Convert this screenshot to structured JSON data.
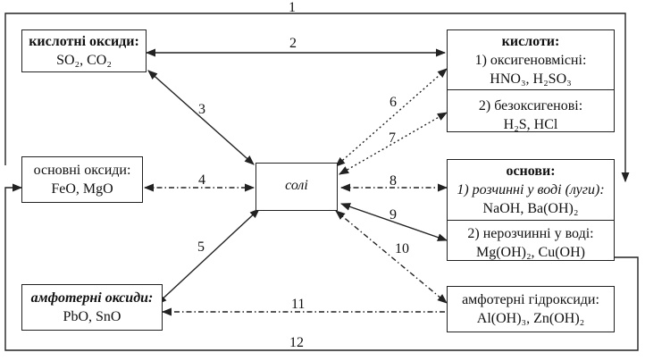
{
  "boxes": {
    "acid_oxides": {
      "title": "кислотні оксиди:",
      "formulas": "SO₂, CO₂"
    },
    "basic_oxides": {
      "title": "основні оксиди:",
      "formulas": "FeO, MgO"
    },
    "amphoteric_oxides": {
      "title": "амфотерні оксиди:",
      "formulas": "PbO, SnO"
    },
    "salts": {
      "title": "солі"
    },
    "acids": {
      "title": "кислоти:",
      "oxygen_title": "1) оксигеновмісні:",
      "oxygen_formulas": "HNO₃, H₂SO₃",
      "oxygenfree_title": "2) безоксигенові:",
      "oxygenfree_formulas": "H₂S, HCl"
    },
    "bases": {
      "title": "основи:",
      "soluble_title": "1) розчинні у воді (луги):",
      "soluble_formulas": "NaOH, Ba(OH)₂",
      "insoluble_title": "2) нерозчинні у воді:",
      "insoluble_formulas": "Mg(OH)₂, Cu(OH)"
    },
    "amphoteric_hydroxides": {
      "title": "амфотерні гідроксиди:",
      "formulas": "Al(OH)₃, Zn(OH)₂"
    }
  },
  "connections": [
    "1",
    "2",
    "3",
    "4",
    "5",
    "6",
    "7",
    "8",
    "9",
    "10",
    "11",
    "12"
  ]
}
